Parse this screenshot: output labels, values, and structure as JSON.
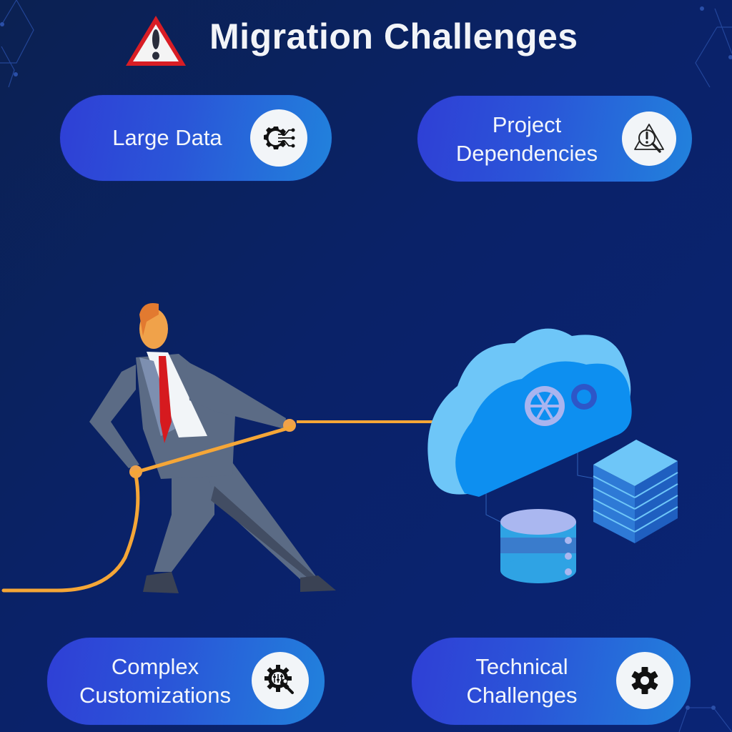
{
  "header": {
    "title": "Migration Challenges",
    "icon": "warning-triangle-icon"
  },
  "challenges": [
    {
      "label_lines": [
        "Large Data"
      ],
      "icon": "data-gear-circuit-icon"
    },
    {
      "label_lines": [
        "Project",
        "Dependencies"
      ],
      "icon": "warning-magnifier-icon"
    },
    {
      "label_lines": [
        "Complex",
        "Customizations"
      ],
      "icon": "gear-wrench-sliders-icon"
    },
    {
      "label_lines": [
        "Technical",
        "Challenges"
      ],
      "icon": "gear-icon"
    }
  ],
  "illustration": {
    "left": "businessman-pulling-rope",
    "right": "cloud-with-gears-server-database"
  },
  "colors": {
    "background": "#0a2268",
    "pill_start": "#2f3fd6",
    "pill_end": "#2182dc",
    "icon_circle": "#f2f5f8",
    "rope": "#f5a637",
    "tie": "#d61a1f",
    "cloud_front": "#0d8ff0",
    "cloud_side": "#6ec6f8"
  }
}
